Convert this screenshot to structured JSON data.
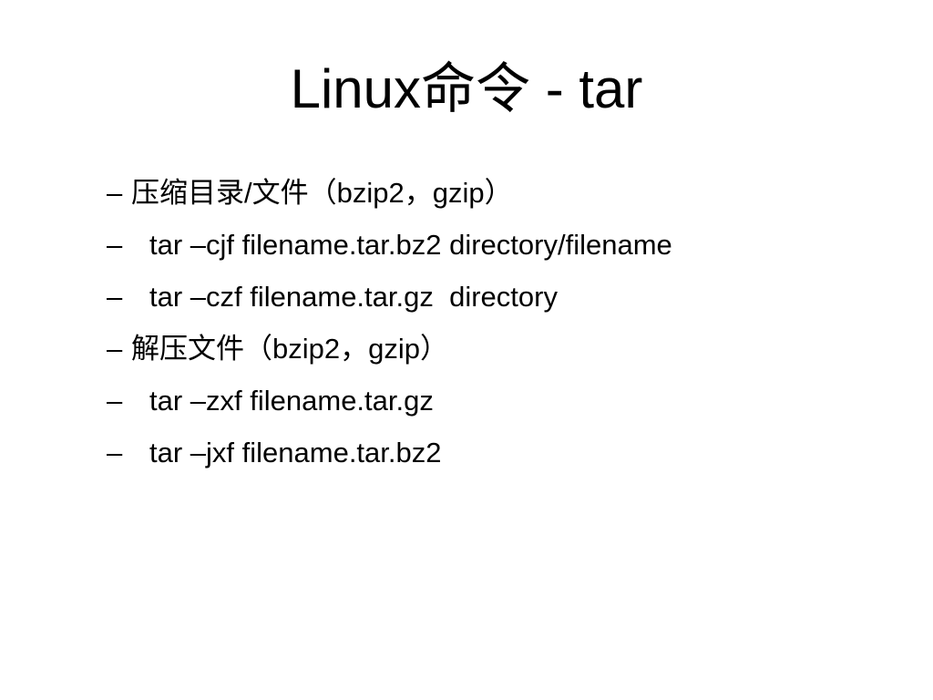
{
  "slide": {
    "title": "Linux命令 - tar",
    "bullets": [
      {
        "marker": "–",
        "text": "压缩目录/文件（bzip2，gzip）",
        "level": "topic"
      },
      {
        "marker": "–",
        "text": "tar –cjf filename.tar.bz2 directory/filename",
        "level": "command"
      },
      {
        "marker": "–",
        "text": "tar –czf filename.tar.gz  directory",
        "level": "command"
      },
      {
        "marker": "–",
        "text": "解压文件（bzip2，gzip）",
        "level": "topic"
      },
      {
        "marker": "–",
        "text": "tar –zxf filename.tar.gz",
        "level": "command"
      },
      {
        "marker": "–",
        "text": "tar –jxf filename.tar.bz2",
        "level": "command"
      }
    ]
  }
}
